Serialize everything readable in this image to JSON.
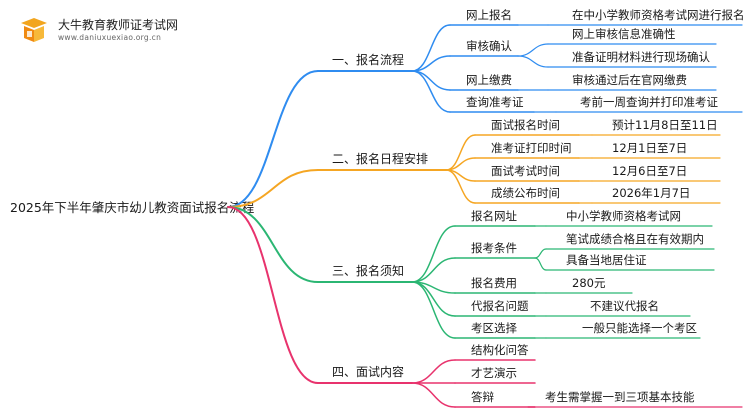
{
  "header": {
    "title": "大牛教育教师证考试网",
    "url": "www.daniuxuexiao.org.cn"
  },
  "mindmap": {
    "root": "2025年下半年肇庆市幼儿教资面试报名流程",
    "branches": [
      {
        "label": "一、报名流程",
        "color": "#2f8cf0",
        "items": [
          {
            "label": "网上报名",
            "details": [
              "在中小学教师资格考试网进行报名"
            ]
          },
          {
            "label": "审核确认",
            "details": [
              "网上审核信息准确性",
              "准备证明材料进行现场确认"
            ]
          },
          {
            "label": "网上缴费",
            "details": [
              "审核通过后在官网缴费"
            ]
          },
          {
            "label": "查询准考证",
            "details": [
              "考前一周查询并打印准考证"
            ]
          }
        ]
      },
      {
        "label": "二、报名日程安排",
        "color": "#f5a623",
        "items": [
          {
            "label": "面试报名时间",
            "details": [
              "预计11月8日至11日"
            ]
          },
          {
            "label": "准考证打印时间",
            "details": [
              "12月1日至7日"
            ]
          },
          {
            "label": "面试考试时间",
            "details": [
              "12月6日至7日"
            ]
          },
          {
            "label": "成绩公布时间",
            "details": [
              "2026年1月7日"
            ]
          }
        ]
      },
      {
        "label": "三、报名须知",
        "color": "#2bb673",
        "items": [
          {
            "label": "报名网址",
            "details": [
              "中小学教师资格考试网"
            ]
          },
          {
            "label": "报考条件",
            "details": [
              "笔试成绩合格且在有效期内",
              "具备当地居住证"
            ]
          },
          {
            "label": "报名费用",
            "details": [
              "280元"
            ]
          },
          {
            "label": "代报名问题",
            "details": [
              "不建议代报名"
            ]
          },
          {
            "label": "考区选择",
            "details": [
              "一般只能选择一个考区"
            ]
          }
        ]
      },
      {
        "label": "四、面试内容",
        "color": "#e8336d",
        "items": [
          {
            "label": "结构化问答",
            "details": []
          },
          {
            "label": "才艺演示",
            "details": []
          },
          {
            "label": "答辩",
            "details": [
              "考生需掌握一到三项基本技能"
            ]
          }
        ]
      }
    ]
  }
}
